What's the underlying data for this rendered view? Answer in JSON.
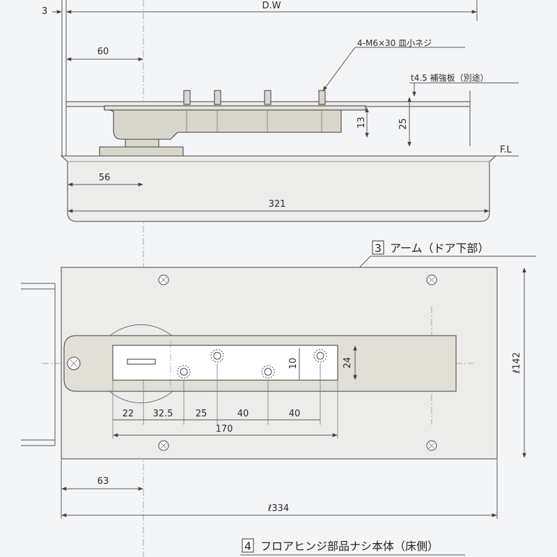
{
  "labels": {
    "dim_3": "3",
    "dw": "D.W",
    "dim_60": "60",
    "screw": "4-M6×30 皿小ネジ",
    "plate_opt": "t4.5 補強板（別途）",
    "dim_13": "13",
    "dim_25v": "25",
    "fl": "F.L",
    "dim_56": "56",
    "dim_321": "321",
    "arm_num": "3",
    "arm_title": "アーム（ドア下部）",
    "dim_10": "10",
    "dim_24": "24",
    "dim_142": "ℓ142",
    "dim_22": "22",
    "dim_325": "32.5",
    "dim_25": "25",
    "dim_40a": "40",
    "dim_40b": "40",
    "dim_170": "170",
    "dim_63": "63",
    "dim_334": "ℓ334",
    "body_num": "4",
    "body_title": "フロアヒンジ部品ナシ本体（床側）"
  },
  "colors": {
    "background": "#f4f5f7",
    "line": "#555555",
    "body_fill": "#d9d6cc",
    "plate_fill": "#ececea"
  }
}
